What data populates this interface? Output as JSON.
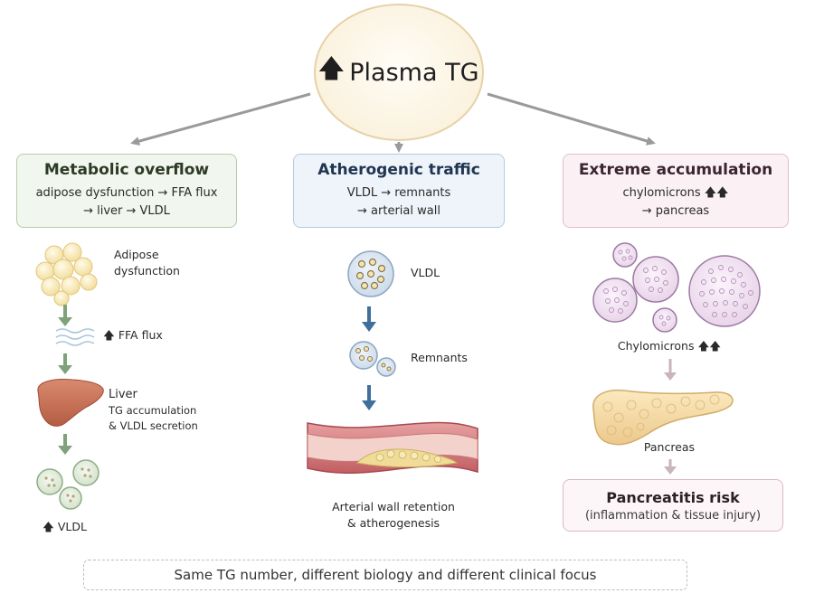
{
  "root": {
    "arrow": "🡅",
    "title": "Plasma TG"
  },
  "panels": [
    {
      "title": "Metabolic overflow",
      "lines": [
        "adipose dysfunction → FFA flux",
        "→ liver → VLDL"
      ]
    },
    {
      "title": "Atherogenic traffic",
      "lines": [
        "VLDL → remnants",
        "→ arterial wall"
      ]
    },
    {
      "title": "Extreme accumulation",
      "lines": [
        "chylomicrons 🡅🡅",
        "→ pancreas"
      ]
    }
  ],
  "left_chain": {
    "adipose": [
      "Adipose",
      "dysfunction"
    ],
    "ffa": "🡅 FFA flux",
    "liver_title": "Liver",
    "liver_desc": [
      "TG accumulation",
      "& VLDL secretion"
    ],
    "vldl": "🡅 VLDL"
  },
  "middle_chain": {
    "vldl": "VLDL",
    "remnants": "Remnants",
    "artery": [
      "Arterial wall retention",
      "& atherogenesis"
    ]
  },
  "right_chain": {
    "chylo": "Chylomicrons 🡅🡅",
    "pancreas": "Pancreas",
    "risk_title": "Pancreatitis risk",
    "risk_sub": "(inflammation & tissue injury)"
  },
  "footer": "Same TG number, different biology and different clinical focus",
  "colors": {
    "connector": "#9a9a9a",
    "left_arrow": "#7fa27a",
    "mid_arrow": "#3f6f9a",
    "right_arrow": "#c9b3bd"
  }
}
